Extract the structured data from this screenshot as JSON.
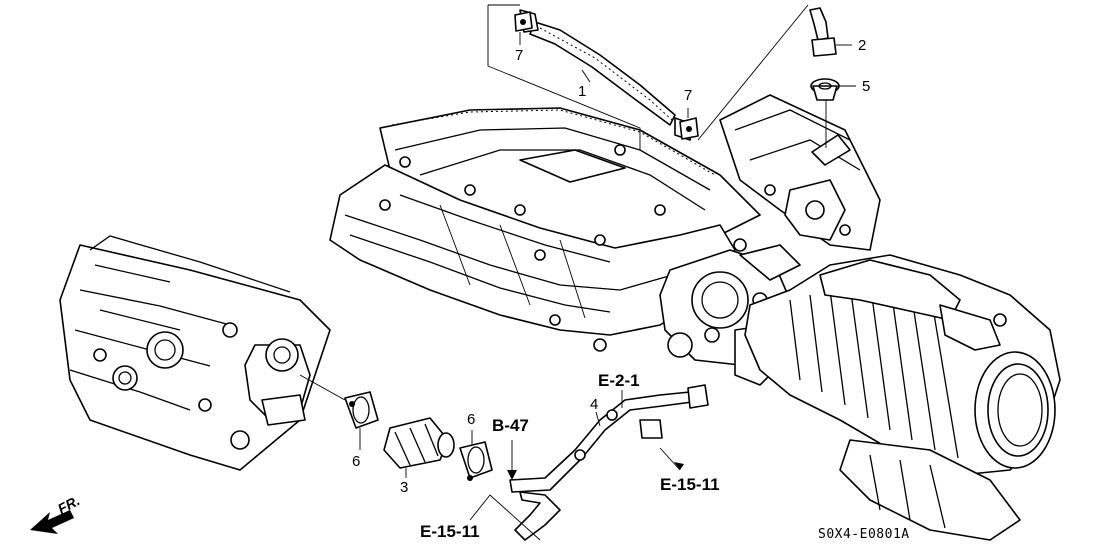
{
  "diagram": {
    "part_labels": {
      "p1": "1",
      "p2": "2",
      "p3": "3",
      "p4": "4",
      "p5": "5",
      "p6a": "6",
      "p6b": "6",
      "p7a": "7",
      "p7b": "7"
    },
    "ref_labels": {
      "e2_1": "E-2-1",
      "b47": "B-47",
      "e15_11_right": "E-15-11",
      "e15_11_bottom": "E-15-11"
    },
    "direction_label": "FR.",
    "drawing_code": "S0X4-E0801A"
  }
}
